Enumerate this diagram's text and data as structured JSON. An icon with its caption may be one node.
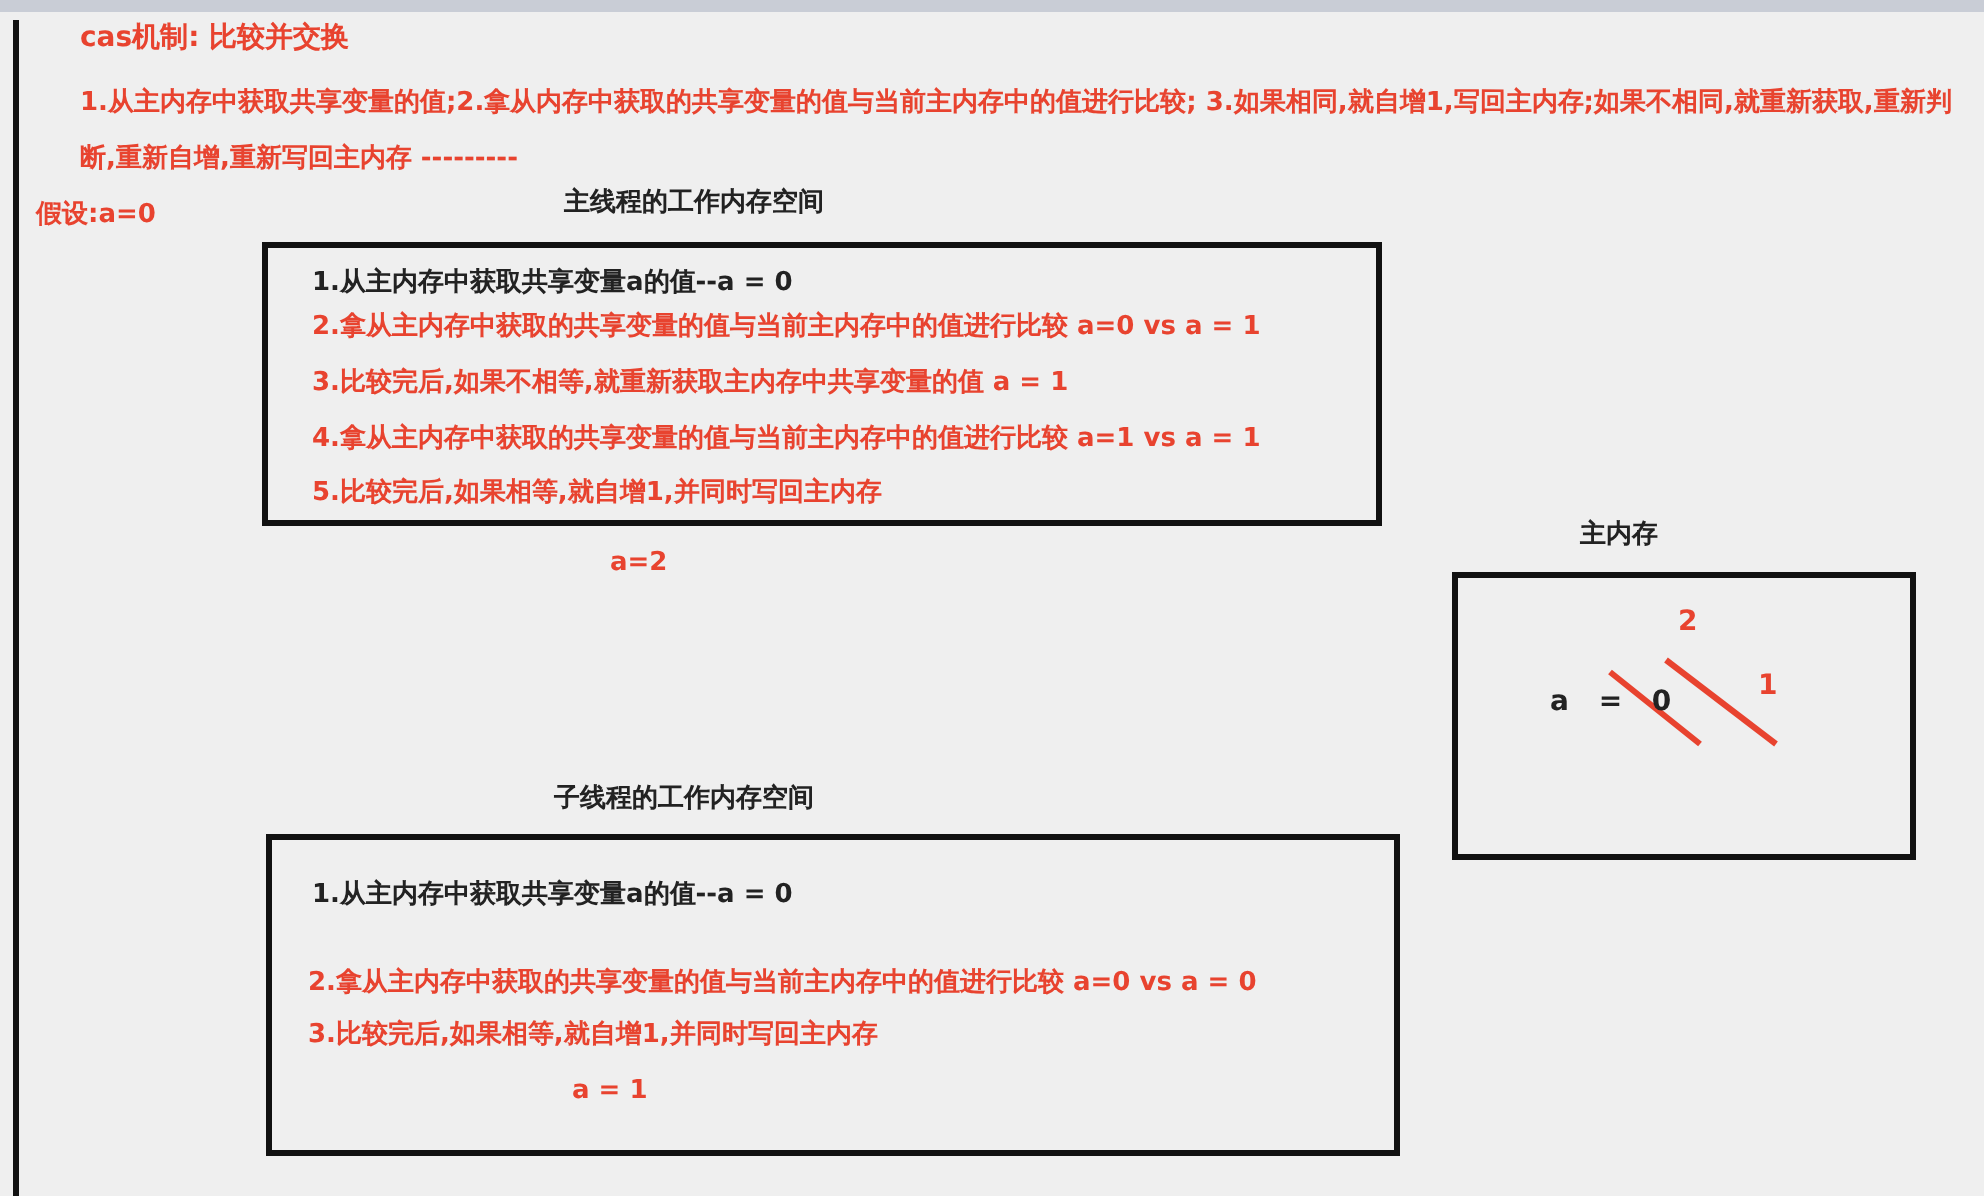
{
  "diagram": {
    "title": "cas机制:  比较并交换",
    "nodes": [
      {
        "text": [
          "主线程的工作内存空间",
          "1.从主内存中获取共享变量a的值--a = 0",
          "2.拿从主内存中获取的共享变量的值与当前主内存中的值进行比较 a=0 vs a = 1",
          "3.比较完后,如果不相等,就重新获取主内存中共享变量的值 a = 1",
          "4.拿从主内存中获取的共享变量的值与当前主内存中的值进行比较 a=1 vs a = 1",
          "5.比较完后,如果相等,就自增1,并同时写回主内存"
        ],
        "beside": [
          "a=2"
        ]
      },
      {
        "text": [
          "主内存",
          "a = 0",
          "1",
          "2"
        ]
      },
      {
        "text": [
          "子线程的工作内存空间",
          "1.从主内存中获取共享变量a的值--a = 0",
          "2.拿从主内存中获取的共享变量的值与当前主内存中的值进行比较 a=0 vs a = 0",
          "3.比较完后,如果相等,就自增1,并同时写回主内存",
          "a = 1"
        ]
      }
    ],
    "labels": [
      "1.从主内存中获取共享变量的值;2.拿从内存中获取的共享变量的值与当前主内存中的值进行比较; 3.如果相同,就自增1,写回主内存;如果不相同,就重新获取,重新判断,重新自增,重新写回主内存 ---------",
      "假设:a=0"
    ]
  }
}
